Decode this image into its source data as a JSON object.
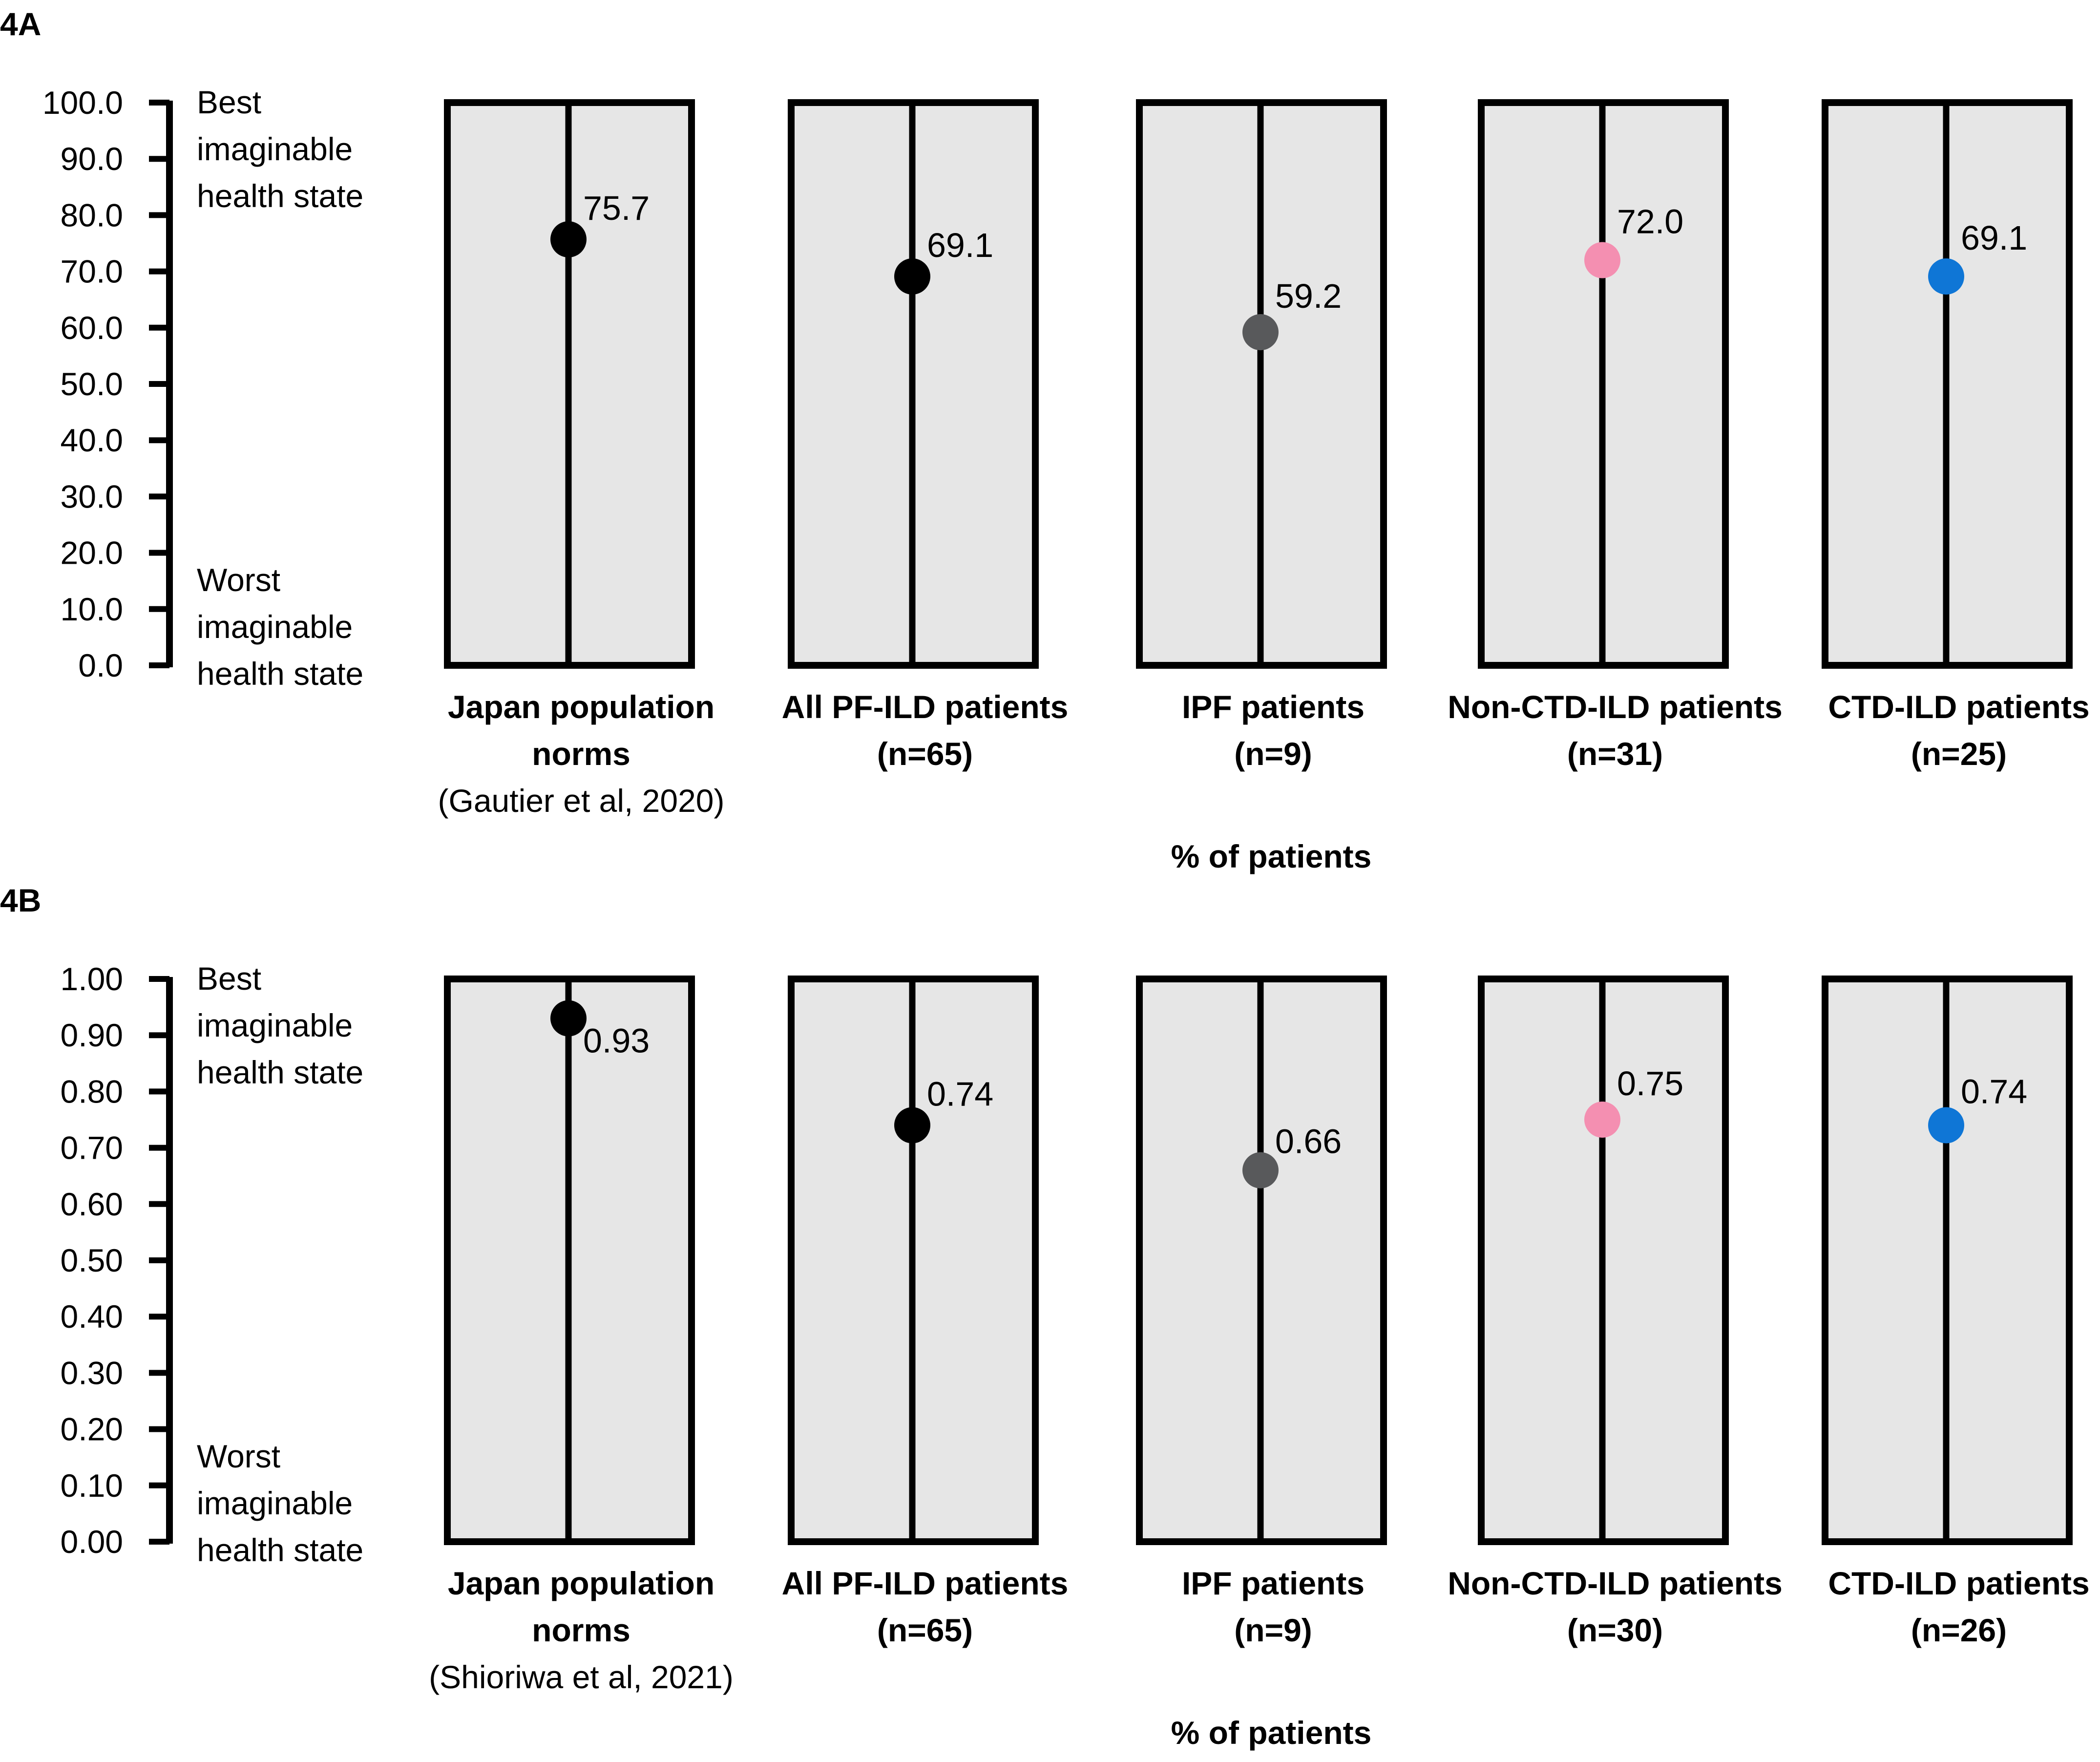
{
  "chart_data": [
    {
      "panel": "4A",
      "type": "scatter",
      "ylim": [
        0,
        100
      ],
      "y_ticks": [
        "0.0",
        "10.0",
        "20.0",
        "30.0",
        "40.0",
        "50.0",
        "60.0",
        "70.0",
        "80.0",
        "90.0",
        "100.0"
      ],
      "y_top_anchor": [
        "Best",
        "imaginable",
        "health state"
      ],
      "y_bottom_anchor": [
        "Worst",
        "imaginable",
        "health state"
      ],
      "xlabel": "% of patients",
      "groups": [
        {
          "label": [
            "Japan population",
            "norms"
          ],
          "note": "(Gautier et al, 2020)",
          "value": 75.7,
          "value_label": "75.7",
          "color": "#000000"
        },
        {
          "label": [
            "All PF-ILD patients",
            "(n=65)"
          ],
          "note": "",
          "value": 69.1,
          "value_label": "69.1",
          "color": "#000000"
        },
        {
          "label": [
            "IPF patients",
            "(n=9)"
          ],
          "note": "",
          "value": 59.2,
          "value_label": "59.2",
          "color": "#58595b"
        },
        {
          "label": [
            "Non-CTD-ILD patients",
            "(n=31)"
          ],
          "note": "",
          "value": 72.0,
          "value_label": "72.0",
          "color": "#f48fb1"
        },
        {
          "label": [
            "CTD-ILD patients",
            "(n=25)"
          ],
          "note": "",
          "value": 69.1,
          "value_label": "69.1",
          "color": "#0f76d6"
        }
      ]
    },
    {
      "panel": "4B",
      "type": "scatter",
      "ylim": [
        0,
        1
      ],
      "y_ticks": [
        "0.00",
        "0.10",
        "0.20",
        "0.30",
        "0.40",
        "0.50",
        "0.60",
        "0.70",
        "0.80",
        "0.90",
        "1.00"
      ],
      "y_top_anchor": [
        "Best",
        "imaginable",
        "health state"
      ],
      "y_bottom_anchor": [
        "Worst",
        "imaginable",
        "health state"
      ],
      "xlabel": "% of patients",
      "groups": [
        {
          "label": [
            "Japan population",
            "norms"
          ],
          "note": "(Shioriwa et al, 2021)",
          "value": 0.93,
          "value_label": "0.93",
          "color": "#000000"
        },
        {
          "label": [
            "All PF-ILD patients",
            "(n=65)"
          ],
          "note": "",
          "value": 0.74,
          "value_label": "0.74",
          "color": "#000000"
        },
        {
          "label": [
            "IPF patients",
            "(n=9)"
          ],
          "note": "",
          "value": 0.66,
          "value_label": "0.66",
          "color": "#58595b"
        },
        {
          "label": [
            "Non-CTD-ILD patients",
            "(n=30)"
          ],
          "note": "",
          "value": 0.75,
          "value_label": "0.75",
          "color": "#f48fb1"
        },
        {
          "label": [
            "CTD-ILD patients",
            "(n=26)"
          ],
          "note": "",
          "value": 0.74,
          "value_label": "0.74",
          "color": "#0f76d6"
        }
      ]
    }
  ],
  "colors": {
    "box_fill": "#e6e6e6",
    "stroke": "#000000"
  }
}
